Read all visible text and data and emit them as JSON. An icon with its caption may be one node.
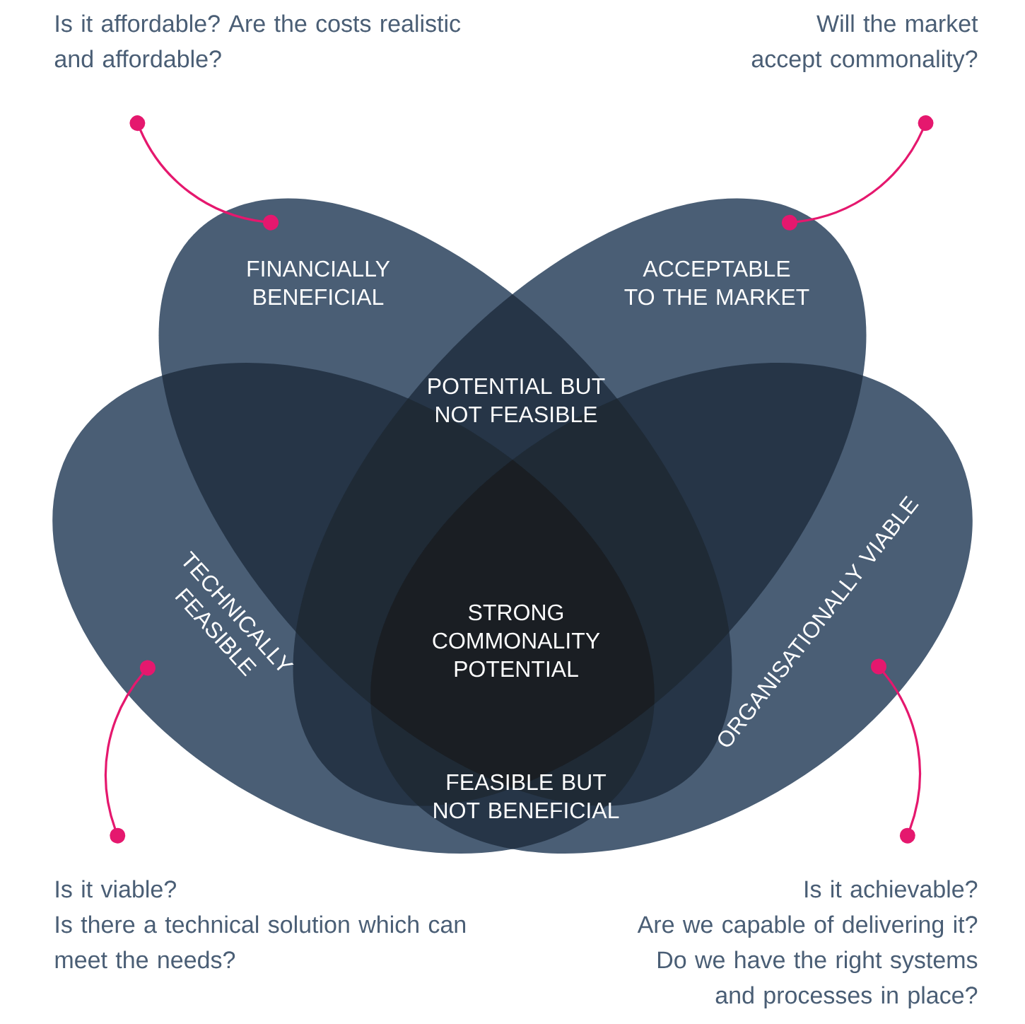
{
  "diagram": {
    "nodes": [
      {
        "text": [
          "FINANCIALLY BENEFICIAL"
        ]
      },
      {
        "text": [
          "ACCEPTABLE TO THE MARKET"
        ]
      },
      {
        "text": [
          "TECHNICALLY FEASIBLE"
        ]
      },
      {
        "text": [
          "ORGANISATIONALLY VIABLE"
        ]
      },
      {
        "text": [
          "Is it affordable? Are the costs realistic and affordable?"
        ]
      },
      {
        "text": [
          "Will the market accept commonality?"
        ]
      },
      {
        "text": [
          "Is it viable?",
          "Is there a technical solution which can meet the needs?"
        ]
      },
      {
        "text": [
          "Is it achievable?",
          "Are we capable of delivering it?",
          "Do we have the right systems and processes in place?"
        ]
      }
    ],
    "edges": [
      {
        "from": 4,
        "to": 0,
        "arrow": "other"
      },
      {
        "from": 5,
        "to": 1,
        "arrow": "other"
      },
      {
        "from": 6,
        "to": 2,
        "arrow": "other"
      },
      {
        "from": 7,
        "to": 3,
        "arrow": "other"
      }
    ],
    "labels": [
      "POTENTIAL BUT NOT FEASIBLE",
      "STRONG COMMONALITY POTENTIAL",
      "FEASIBLE BUT NOT BENEFICIAL"
    ]
  }
}
